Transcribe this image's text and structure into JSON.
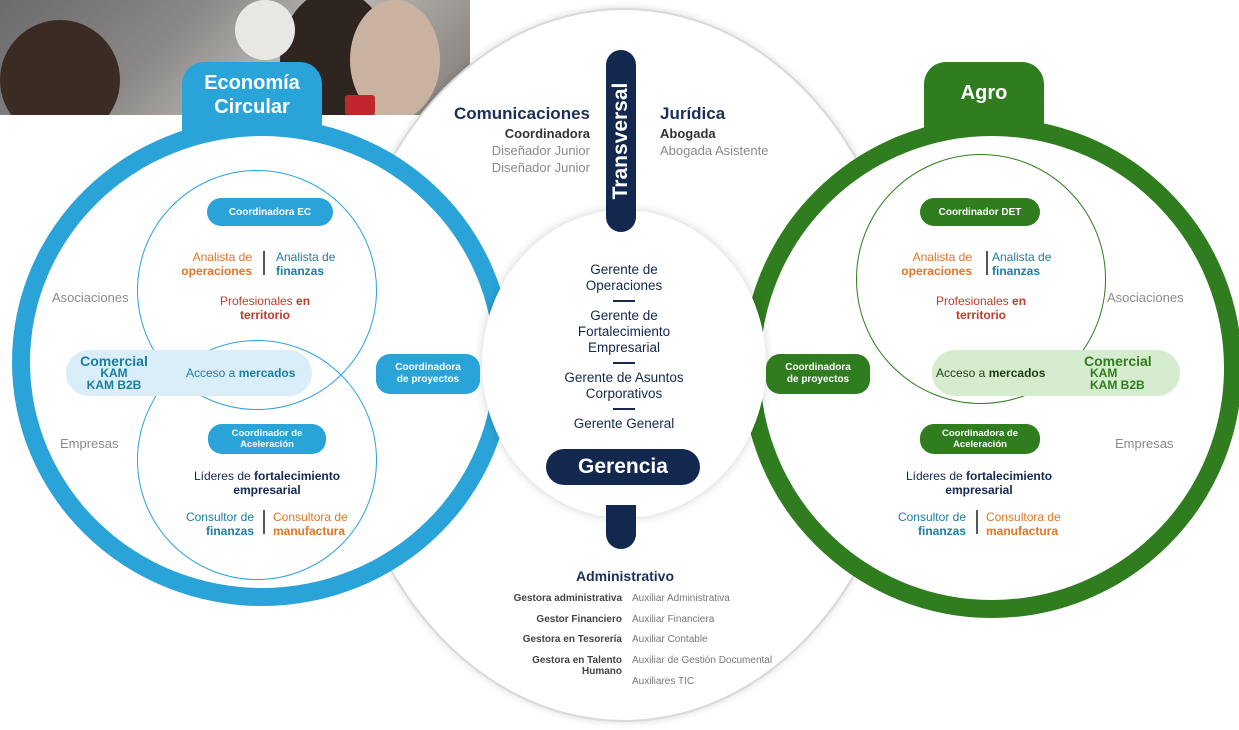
{
  "left": {
    "tab": [
      "Economía",
      "Circular"
    ],
    "coordinator": "Coordinadora EC",
    "analyst_ops": [
      "Analista de",
      "operaciones"
    ],
    "analyst_fin": [
      "Analista de",
      "finanzas"
    ],
    "professionals": [
      "Profesionales",
      "en",
      "territorio"
    ],
    "access": [
      "Acceso a",
      "mercados"
    ],
    "commercial": [
      "Comercial",
      "KAM",
      "KAM B2B"
    ],
    "accel": [
      "Coordinador de",
      "Aceleración"
    ],
    "leaders": [
      "Líderes de",
      "fortalecimiento",
      "empresarial"
    ],
    "consult_fin": [
      "Consultor de",
      "finanzas"
    ],
    "consult_man": [
      "Consultora de",
      "manufactura"
    ],
    "projects": [
      "Coordinadora",
      "de proyectos"
    ],
    "assoc": "Asociaciones",
    "companies": "Empresas"
  },
  "right": {
    "tab": "Agro",
    "coordinator": "Coordinador DET",
    "analyst_ops": [
      "Analista de",
      "operaciones"
    ],
    "analyst_fin": [
      "Analista de",
      "finanzas"
    ],
    "professionals": [
      "Profesionales",
      "en",
      "territorio"
    ],
    "access": [
      "Acceso a",
      "mercados"
    ],
    "commercial": [
      "Comercial",
      "KAM",
      "KAM B2B"
    ],
    "accel": [
      "Coordinadora de",
      "Aceleración"
    ],
    "leaders": [
      "Líderes de",
      "fortalecimiento",
      "empresarial"
    ],
    "consult_fin": [
      "Consultor de",
      "finanzas"
    ],
    "consult_man": [
      "Consultora de",
      "manufactura"
    ],
    "projects": [
      "Coordinadora",
      "de proyectos"
    ],
    "assoc": "Asociaciones",
    "companies": "Empresas"
  },
  "center": {
    "transversal": "Transversal",
    "comms": {
      "title": "Comunicaciones",
      "lead": "Coordinadora",
      "roles": [
        "Diseñador Junior",
        "Diseñador Junior"
      ]
    },
    "legal": {
      "title": "Jurídica",
      "lead": "Abogada",
      "roles": [
        "Abogada Asistente"
      ]
    },
    "managers": [
      [
        "Gerente de",
        "Operaciones"
      ],
      [
        "Gerente de",
        "Fortalecimiento",
        "Empresarial"
      ],
      [
        "Gerente de Asuntos",
        "Corporativos"
      ],
      [
        "Gerente General"
      ]
    ],
    "gerencia": "Gerencia",
    "admin": {
      "title": "Administrativo",
      "rows": [
        {
          "left": "Gestora administrativa",
          "right": "Auxiliar Administrativa"
        },
        {
          "left": "Gestor Financiero",
          "right": "Auxiliar Financiera"
        },
        {
          "left": "Gestora en Tesorería",
          "right": "Auxiliar Contable"
        },
        {
          "left": "Gestora en Talento Humano",
          "right": "Auxiliar de Gestión Documental"
        }
      ],
      "extra": "Auxiliares TIC"
    }
  },
  "colors": {
    "blue": "#2aa3d8",
    "green": "#2f7d1f",
    "navy": "#12284f",
    "orange": "#e27423",
    "teal": "#1b7ea0"
  }
}
